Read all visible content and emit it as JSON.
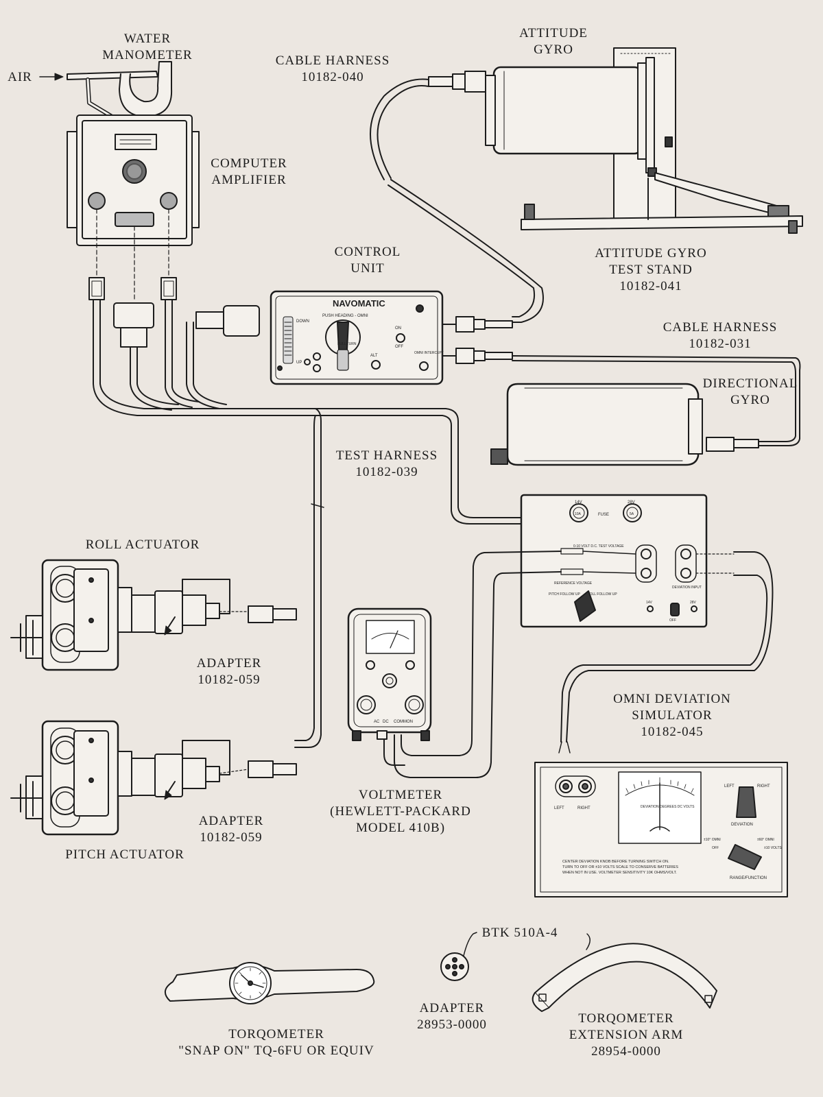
{
  "labels": {
    "air": "AIR",
    "water_manometer": [
      "WATER",
      "MANOMETER"
    ],
    "cable_harness_1": [
      "CABLE HARNESS",
      "10182-040"
    ],
    "attitude_gyro": [
      "ATTITUDE",
      "GYRO"
    ],
    "computer_amplifier": [
      "COMPUTER",
      "AMPLIFIER"
    ],
    "control_unit": [
      "CONTROL",
      "UNIT"
    ],
    "attitude_gyro_test_stand": [
      "ATTITUDE GYRO",
      "TEST STAND",
      "10182-041"
    ],
    "cable_harness_2": [
      "CABLE HARNESS",
      "10182-031"
    ],
    "directional_gyro": [
      "DIRECTIONAL",
      "GYRO"
    ],
    "test_harness": [
      "TEST HARNESS",
      "10182-039"
    ],
    "roll_actuator": "ROLL ACTUATOR",
    "adapter_roll": [
      "ADAPTER",
      "10182-059"
    ],
    "adapter_pitch": [
      "ADAPTER",
      "10182-059"
    ],
    "pitch_actuator": "PITCH ACTUATOR",
    "omni_deviation_simulator": [
      "OMNI DEVIATION",
      "SIMULATOR",
      "10182-045"
    ],
    "voltmeter": [
      "VOLTMETER",
      "(HEWLETT-PACKARD",
      "MODEL 410B)"
    ],
    "btk": "BTK 510A-4",
    "adapter_btk": [
      "ADAPTER",
      "28953-0000"
    ],
    "torqometer_arm": [
      "TORQOMETER",
      "EXTENSION ARM",
      "28954-0000"
    ],
    "torqometer": [
      "TORQOMETER",
      "\"SNAP ON\" TQ-6FU OR EQUIV"
    ]
  },
  "control_unit_panel": {
    "brand": "NAVOMATIC",
    "push_heading": "PUSH HEADING - OMNI",
    "pull_turn": "PULL TURN",
    "on": "ON",
    "off": "OFF",
    "alt": "ALT",
    "omni_intercept": "OMNI INTERCEPT",
    "down": "DOWN",
    "up": "UP"
  },
  "test_box_panel": {
    "v14": "14V",
    "v28": "28V",
    "fuse": "FUSE",
    "fuse_10a": "10A",
    "fuse_5a": "5A",
    "test_voltage": "0-10 VOLT D.C. TEST VOLTAGE",
    "reference_voltage": "REFERENCE VOLTAGE",
    "pitch_follow_up": "PITCH FOLLOW UP",
    "roll_follow_up": "ROLL FOLLOW UP",
    "deviation_input": "DEVIATION INPUT",
    "off": "OFF"
  },
  "voltmeter_panel": {
    "ac": "AC",
    "dc": "DC",
    "common": "COMMON"
  },
  "simulator_panel": {
    "left": "LEFT",
    "right": "RIGHT",
    "meter_scale": "DEVIATION DEGREES DC VOLTS",
    "deviation": "DEVIATION",
    "omni_10": "±10° OMNI",
    "omni_60": "±60° OMNI",
    "off": "OFF",
    "volts_10": "±10 VOLTS",
    "range_function": "RANGE/FUNCTION",
    "notice_1": "CENTER DEVIATION KNOB BEFORE TURNING SWITCH ON.",
    "notice_2": "TURN TO OFF OR ±10 VOLTS SCALE TO CONSERVE BATTERIES",
    "notice_3": "WHEN NOT IN USE.  VOLTMETER SENSITIVITY  10K OHMS/VOLT."
  },
  "colors": {
    "ink": "#1c1c1c",
    "paper": "#ece7e1",
    "panel": "#f4f1ec"
  }
}
